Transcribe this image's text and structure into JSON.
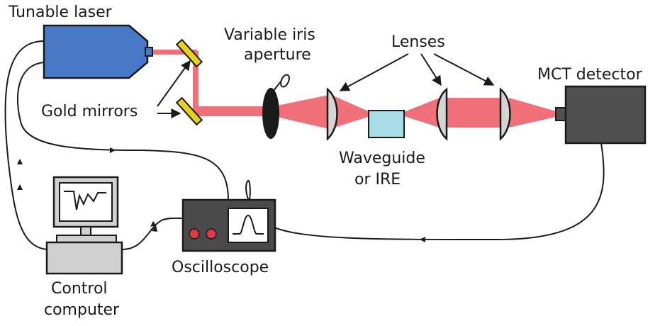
{
  "labels": {
    "tunable_laser": "Tunable laser",
    "gold_mirrors": "Gold mirrors",
    "iris_line1": "Variable iris",
    "iris_line2": "aperture",
    "lenses": "Lenses",
    "mct_detector": "MCT detector",
    "waveguide_line1": "Waveguide",
    "waveguide_line2": "or IRE",
    "oscilloscope": "Oscilloscope",
    "computer_line1": "Control",
    "computer_line2": "computer"
  },
  "colors": {
    "beam": "#f0707a",
    "beam_core": "#e84a57",
    "laser_body": "#4a78c8",
    "mirror": "#e8d020",
    "detector": "#505050",
    "oscilloscope": "#4a4a4a",
    "knob": "#e03a4a",
    "lens": "#d4d4d4",
    "waveguide": "#a8dde8",
    "computer": "#d0d0d0"
  },
  "icons": {
    "laser": "laser-source-icon",
    "mirror": "gold-mirror-icon",
    "iris": "iris-aperture-icon",
    "lens": "lens-icon",
    "waveguide": "waveguide-icon",
    "detector": "mct-detector-icon",
    "oscilloscope": "oscilloscope-icon",
    "computer": "computer-icon"
  }
}
